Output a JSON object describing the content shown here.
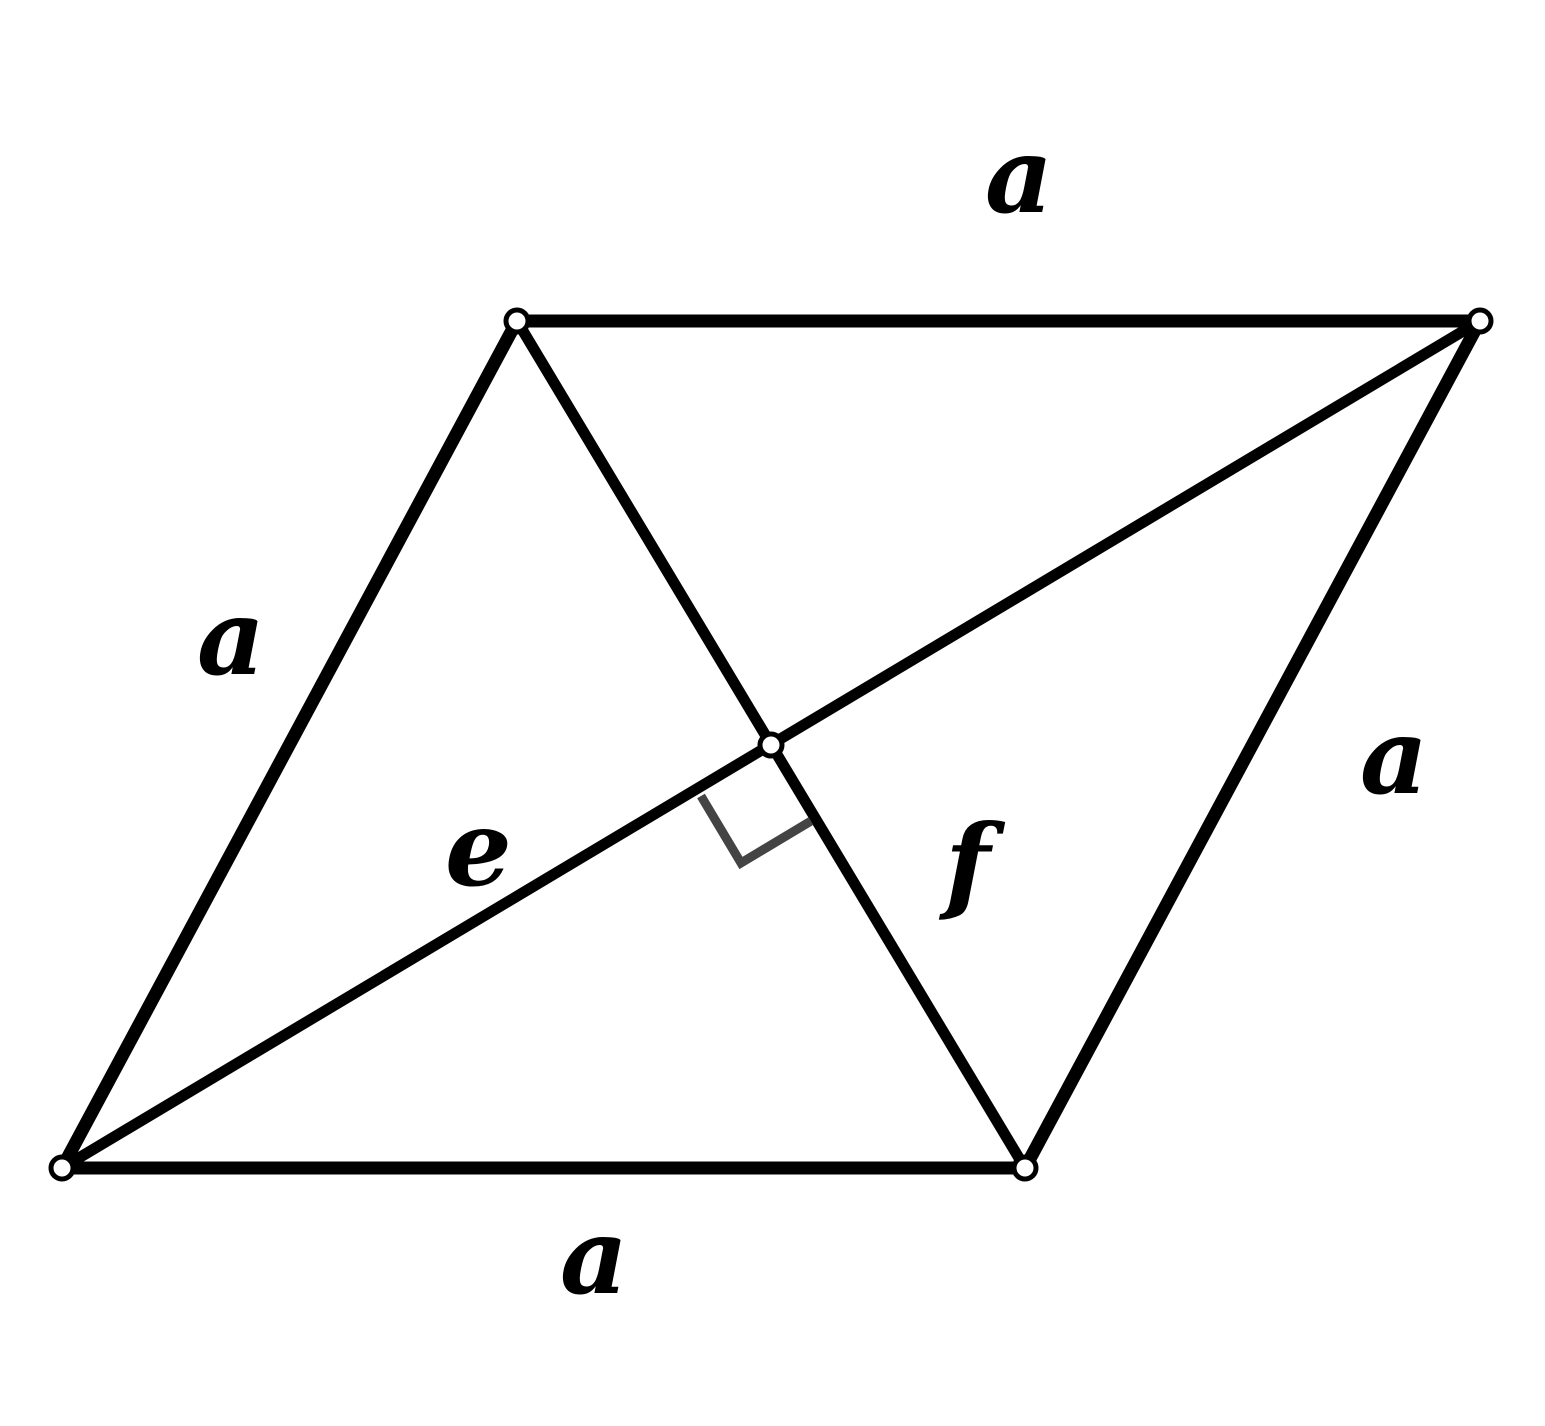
{
  "labels": {
    "side_top": "a",
    "side_left": "a",
    "side_right": "a",
    "side_bottom": "a",
    "diagonal_e": "e",
    "diagonal_f": "f"
  },
  "colors": {
    "stroke": "#000000",
    "right_angle": "#444444",
    "background": "#ffffff"
  }
}
